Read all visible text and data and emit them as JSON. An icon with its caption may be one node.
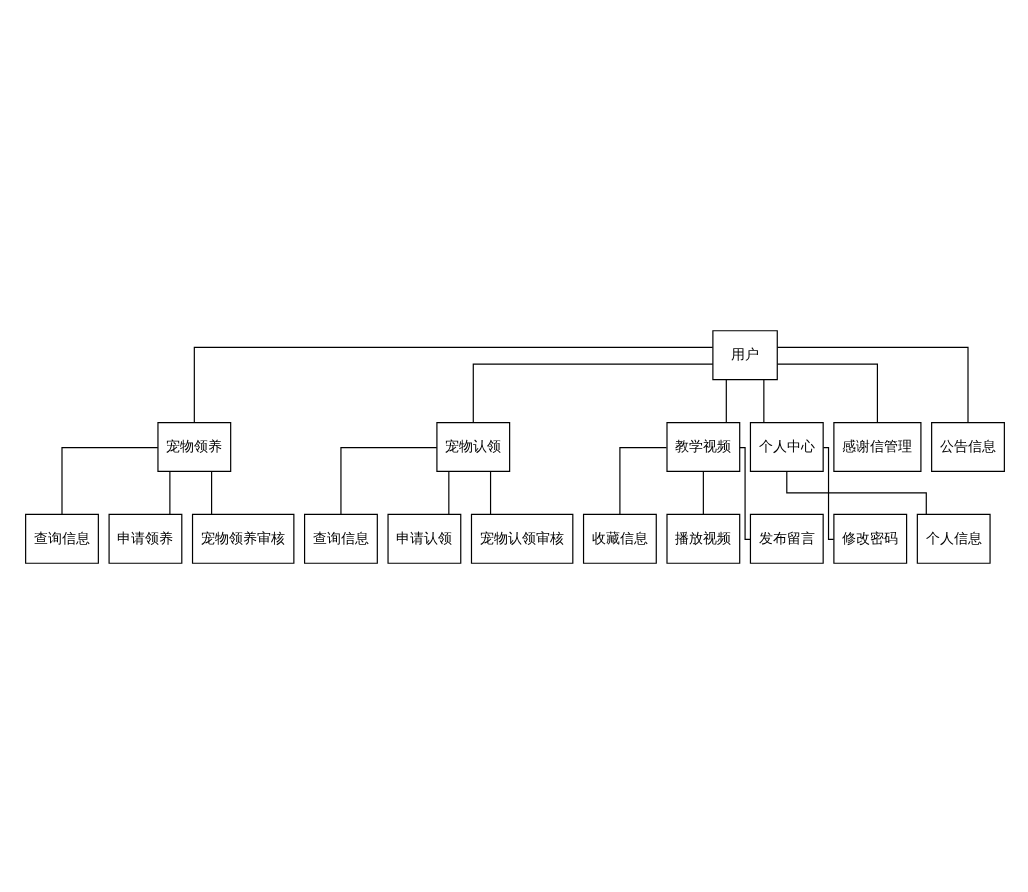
{
  "diagram": {
    "nodes": [
      {
        "text": [
          "用户"
        ]
      },
      {
        "text": [
          "宠物领养"
        ]
      },
      {
        "text": [
          "宠物认领"
        ]
      },
      {
        "text": [
          "教学视频"
        ]
      },
      {
        "text": [
          "个人中心"
        ]
      },
      {
        "text": [
          "感谢信管理"
        ]
      },
      {
        "text": [
          "公告信息"
        ]
      },
      {
        "text": [
          "查询信息"
        ]
      },
      {
        "text": [
          "申请领养"
        ]
      },
      {
        "text": [
          "宠物领养审核"
        ]
      },
      {
        "text": [
          "查询信息"
        ]
      },
      {
        "text": [
          "申请认领"
        ]
      },
      {
        "text": [
          "宠物认领审核"
        ]
      },
      {
        "text": [
          "收藏信息"
        ]
      },
      {
        "text": [
          "播放视频"
        ]
      },
      {
        "text": [
          "发布留言"
        ]
      },
      {
        "text": [
          "修改密码"
        ]
      },
      {
        "text": [
          "个人信息"
        ]
      }
    ],
    "edges": [
      {
        "from": 0,
        "to": 1,
        "arrow": "none"
      },
      {
        "from": 0,
        "to": 2,
        "arrow": "none"
      },
      {
        "from": 0,
        "to": 3,
        "arrow": "none"
      },
      {
        "from": 0,
        "to": 4,
        "arrow": "none"
      },
      {
        "from": 0,
        "to": 5,
        "arrow": "none"
      },
      {
        "from": 0,
        "to": 6,
        "arrow": "none"
      },
      {
        "from": 1,
        "to": 7,
        "arrow": "none"
      },
      {
        "from": 1,
        "to": 8,
        "arrow": "none"
      },
      {
        "from": 1,
        "to": 9,
        "arrow": "none"
      },
      {
        "from": 2,
        "to": 10,
        "arrow": "none"
      },
      {
        "from": 2,
        "to": 11,
        "arrow": "none"
      },
      {
        "from": 2,
        "to": 12,
        "arrow": "none"
      },
      {
        "from": 3,
        "to": 13,
        "arrow": "none"
      },
      {
        "from": 3,
        "to": 14,
        "arrow": "none"
      },
      {
        "from": 3,
        "to": 15,
        "arrow": "none"
      },
      {
        "from": 4,
        "to": 16,
        "arrow": "none"
      },
      {
        "from": 4,
        "to": 17,
        "arrow": "none"
      }
    ]
  }
}
